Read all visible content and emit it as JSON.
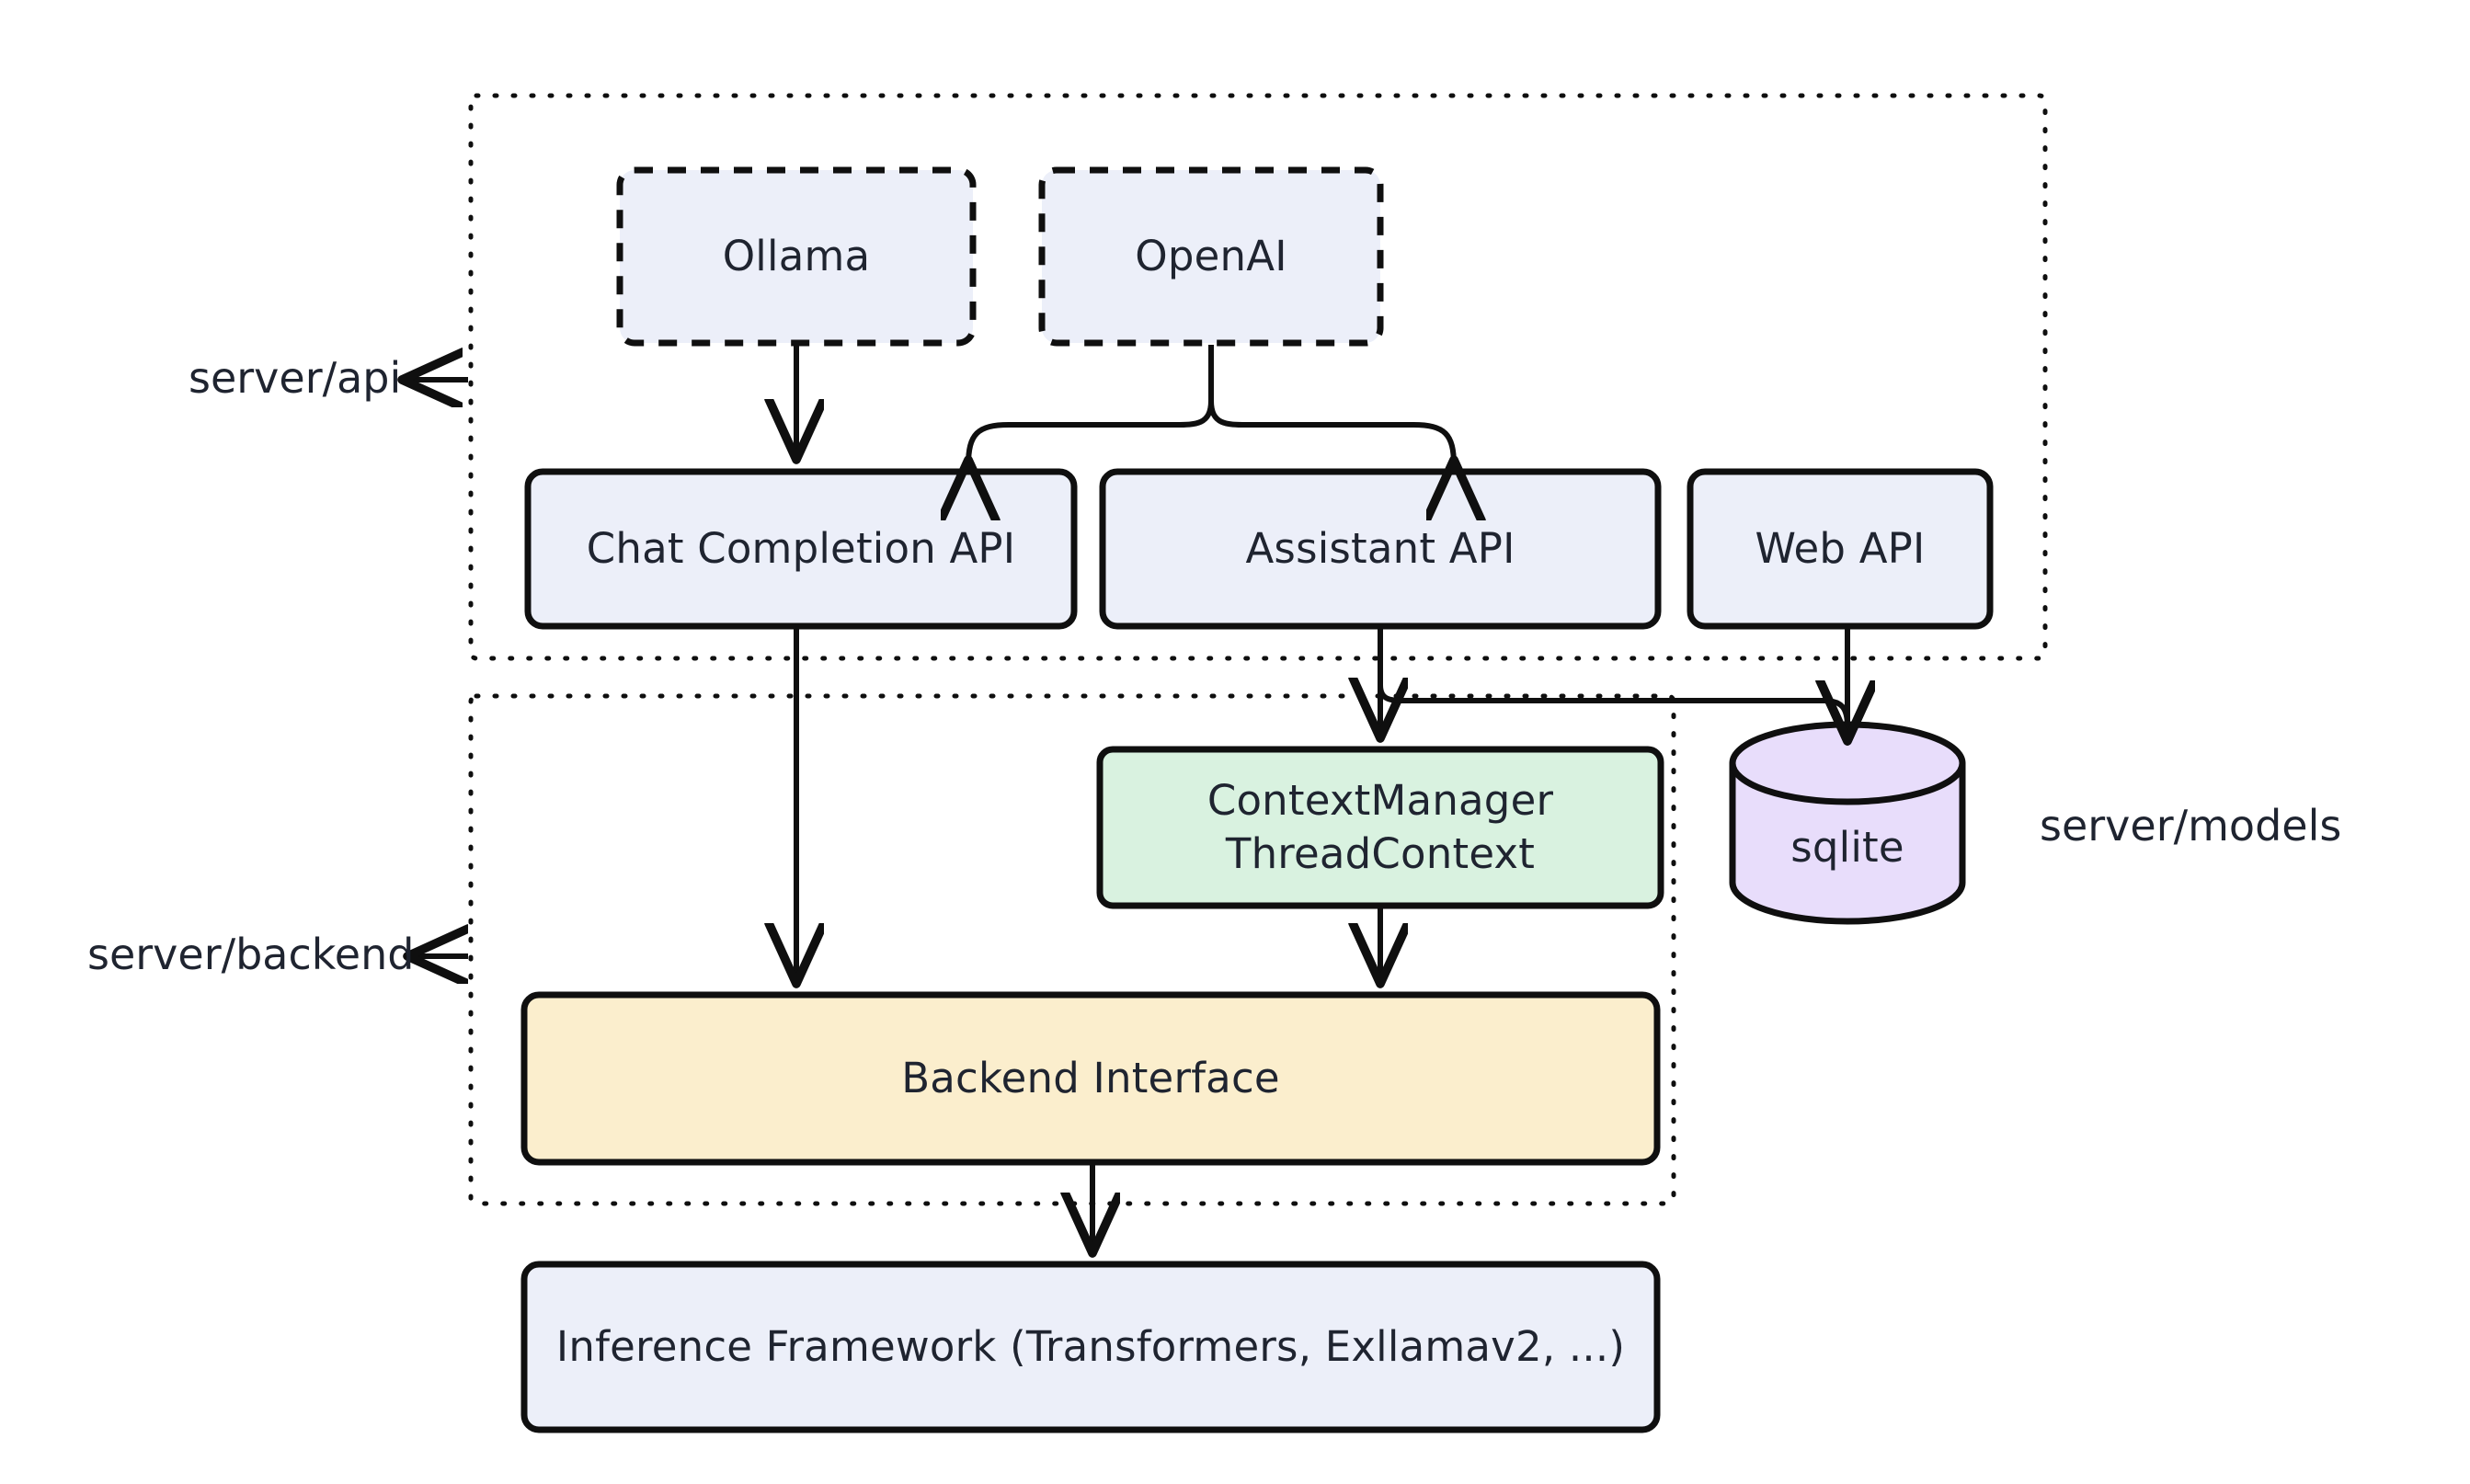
{
  "diagram": {
    "type": "architecture-flow",
    "background_color": "#ffffff",
    "stroke_color": "#0f0f0f",
    "text_color": "#1f2430",
    "groups": [
      {
        "id": "server-api",
        "label": "server/api",
        "border_style": "dotted",
        "label_has_arrow": true,
        "arrow_direction": "left"
      },
      {
        "id": "server-backend",
        "label": "server/backend",
        "border_style": "dotted",
        "label_has_arrow": true,
        "arrow_direction": "left"
      },
      {
        "id": "server-models",
        "label": "server/models",
        "border_style": "none",
        "label_has_arrow": false,
        "arrow_direction": "none"
      }
    ],
    "nodes": [
      {
        "id": "ollama",
        "label": "Ollama",
        "shape": "rounded-rect",
        "border_style": "dashed",
        "fill": "#eceff9",
        "group": "server-api"
      },
      {
        "id": "openai",
        "label": "OpenAI",
        "shape": "rounded-rect",
        "border_style": "dashed",
        "fill": "#eceff9",
        "group": "server-api"
      },
      {
        "id": "chat-completion-api",
        "label": "Chat Completion API",
        "shape": "rounded-rect",
        "border_style": "solid",
        "fill": "#eceff9",
        "group": "server-api"
      },
      {
        "id": "assistant-api",
        "label": "Assistant API",
        "shape": "rounded-rect",
        "border_style": "solid",
        "fill": "#eceff9",
        "group": "server-api"
      },
      {
        "id": "web-api",
        "label": "Web API",
        "shape": "rounded-rect",
        "border_style": "solid",
        "fill": "#eceff9",
        "group": "server-api"
      },
      {
        "id": "context-manager",
        "label": "ContextManager\nThreadContext",
        "shape": "rounded-rect",
        "border_style": "solid",
        "fill": "#d9f2e0",
        "group": "server-backend"
      },
      {
        "id": "sqlite",
        "label": "sqlite",
        "shape": "cylinder",
        "border_style": "solid",
        "fill": "#e8ddfb",
        "group": "server-models"
      },
      {
        "id": "backend-interface",
        "label": "Backend Interface",
        "shape": "rounded-rect",
        "border_style": "solid",
        "fill": "#fbeecd",
        "group": "server-backend"
      },
      {
        "id": "inference-framework",
        "label": "Inference Framework (Transformers, Exllamav2, ...)",
        "shape": "rounded-rect",
        "border_style": "solid",
        "fill": "#eceff9",
        "group": "none"
      }
    ],
    "edges": [
      {
        "from": "ollama",
        "to": "chat-completion-api",
        "arrowhead": true
      },
      {
        "from": "openai",
        "to": "chat-completion-api",
        "arrowhead": true
      },
      {
        "from": "openai",
        "to": "assistant-api",
        "arrowhead": true
      },
      {
        "from": "chat-completion-api",
        "to": "backend-interface",
        "arrowhead": true
      },
      {
        "from": "assistant-api",
        "to": "context-manager",
        "arrowhead": true
      },
      {
        "from": "assistant-api",
        "to": "sqlite",
        "arrowhead": true
      },
      {
        "from": "web-api",
        "to": "sqlite",
        "arrowhead": true
      },
      {
        "from": "context-manager",
        "to": "backend-interface",
        "arrowhead": true
      },
      {
        "from": "backend-interface",
        "to": "inference-framework",
        "arrowhead": true
      }
    ]
  }
}
